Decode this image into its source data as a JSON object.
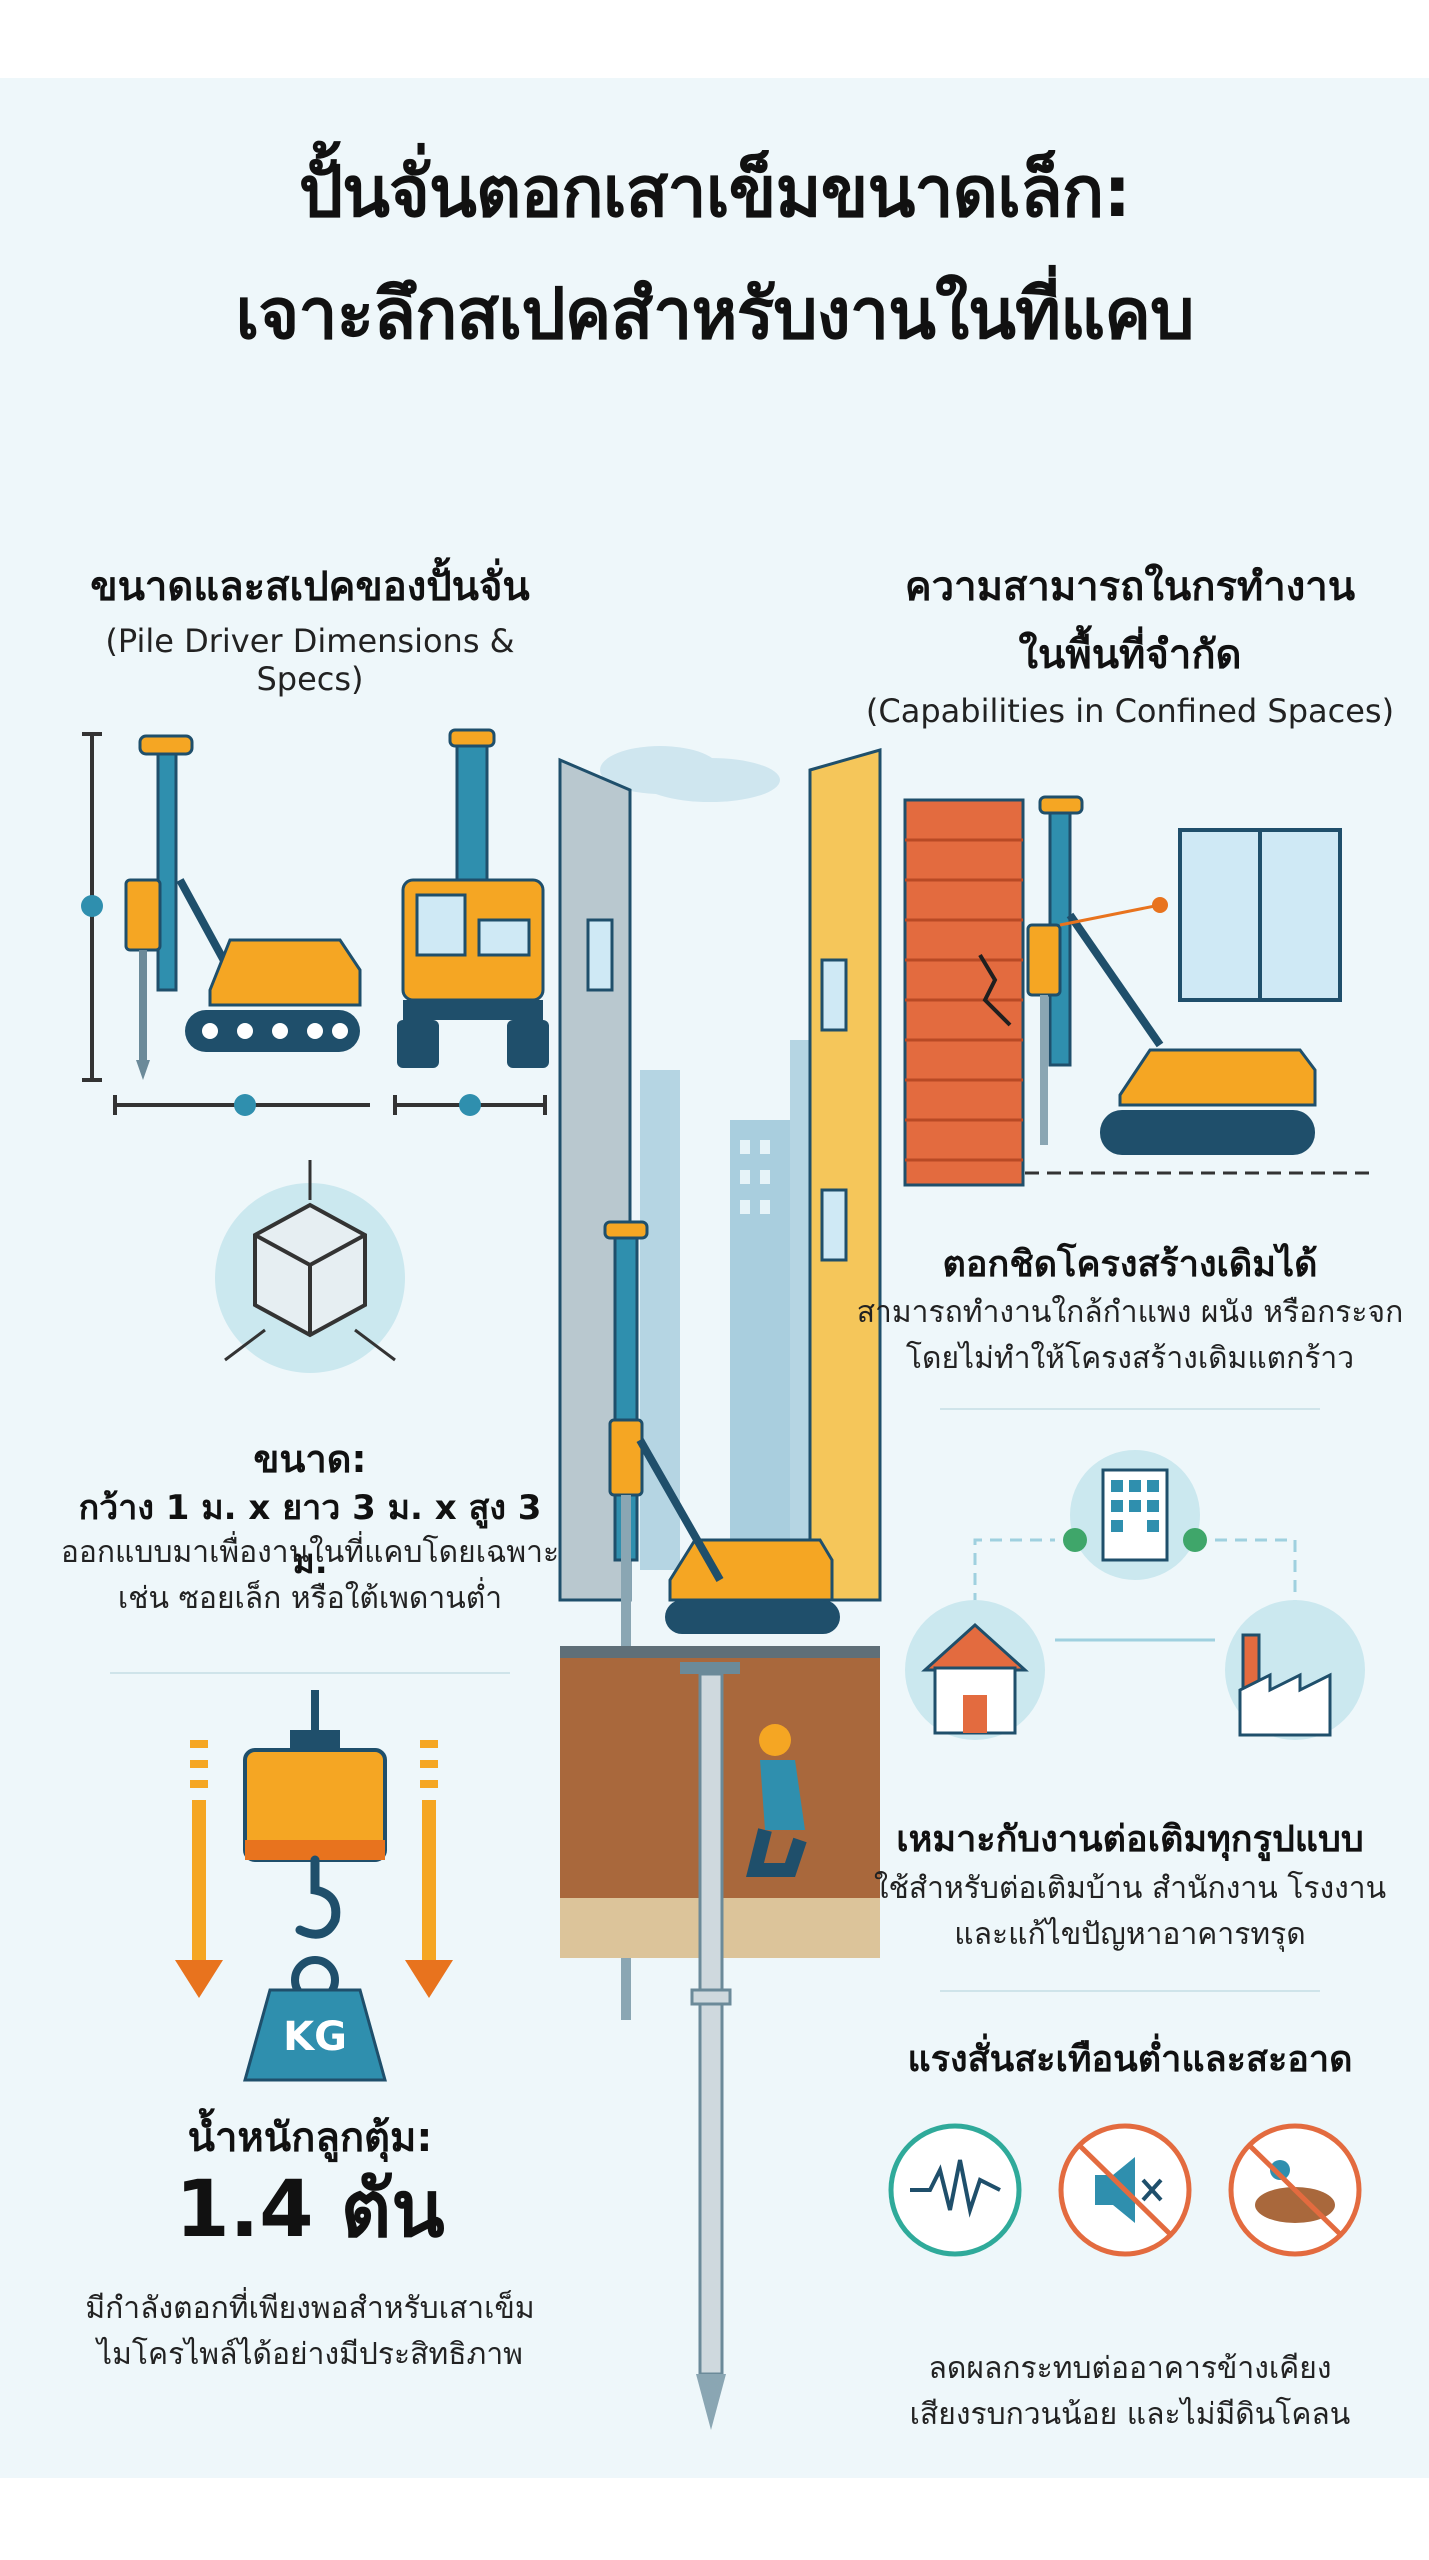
{
  "title": {
    "line1": "ปั้นจั่นตอกเสาเข็มขนาดเล็ก:",
    "line2": "เจาะลึกสเปคสำหรับงานในที่แคบ"
  },
  "left": {
    "heading": "ขนาดและสเปคของปั้นจั่น",
    "heading_en": "(Pile Driver Dimensions & Specs)",
    "size_label": "ขนาด:",
    "size_value": "กว้าง 1 ม. x ยาว 3 ม. x สูง 3 ม.",
    "size_desc_1": "ออกแบบมาเพื่องานในที่แคบโดยเฉพาะ",
    "size_desc_2": "เช่น ซอยเล็ก หรือใต้เพดานต่ำ",
    "weight_icon_text": "KG",
    "weight_label": "น้ำหนักลูกตุ้ม:",
    "weight_value": "1.4 ตัน",
    "weight_desc_1": "มีกำลังตอกที่เพียงพอสำหรับเสาเข็ม",
    "weight_desc_2": "ไมโครไพล์ได้อย่างมีประสิทธิภาพ"
  },
  "right": {
    "heading_1": "ความสามารถในกรทำงาน",
    "heading_2": "ในพื้นที่จำกัด",
    "heading_en": "(Capabilities in Confined Spaces)",
    "feature1_title": "ตอกชิดโครงสร้างเดิมได้",
    "feature1_desc_1": "สามารถทำงานใกล้กำแพง ผนัง หรือกระจก",
    "feature1_desc_2": "โดยไม่ทำให้โครงสร้างเดิมแตกร้าว",
    "feature2_title": "เหมาะกับงานต่อเติมทุกรูปแบบ",
    "feature2_desc_1": "ใช้สำหรับต่อเติมบ้าน สำนักงาน โรงงาน",
    "feature2_desc_2": "และแก้ไขปัญหาอาคารทรุด",
    "feature3_title": "แรงสั่นสะเทือนต่ำและสะอาด",
    "feature3_desc_1": "ลดผลกระทบต่ออาคารข้างเคียง",
    "feature3_desc_2": "เสียงรบกวนน้อย และไม่มีดินโคลน"
  },
  "colors": {
    "orange": "#f5a623",
    "dark_orange": "#e8731e",
    "teal": "#2f8fae",
    "navy": "#1f4f6b",
    "brick": "#e36b3f",
    "panel": "#eef7fa"
  },
  "icons": [
    "pile-driver-icon",
    "cube-icon",
    "hammer-weight-icon",
    "brick-wall-icon",
    "office-building-icon",
    "house-icon",
    "factory-icon",
    "vibration-icon",
    "mute-icon",
    "no-mud-icon"
  ]
}
